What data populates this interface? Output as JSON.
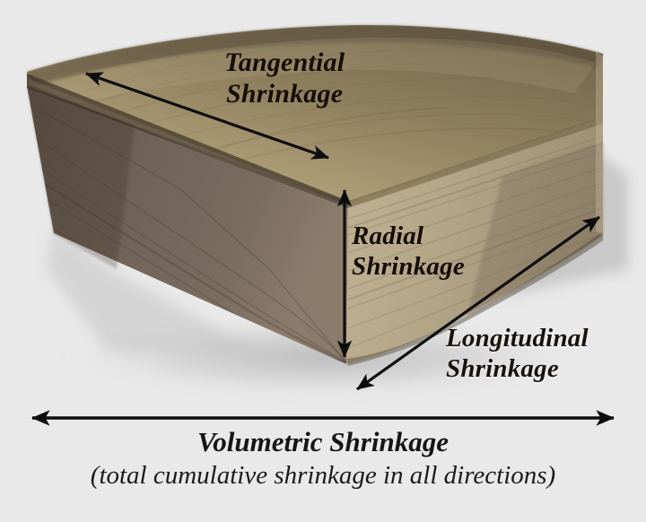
{
  "figure": {
    "title": "Wood Shrinkage Directions Diagram",
    "background_color": "#e9e9ea",
    "subject": "wood-block"
  },
  "labels": {
    "tangential": {
      "line1": "Tangential",
      "line2": "Shrinkage"
    },
    "radial": {
      "line1": "Radial",
      "line2": "Shrinkage"
    },
    "longitudinal": {
      "line1": "Longitudinal",
      "line2": "Shrinkage"
    }
  },
  "caption": {
    "title": "Volumetric Shrinkage",
    "subtitle": "(total cumulative shrinkage in all directions)"
  },
  "arrows": {
    "tangential": {
      "name": "tangential-arrow",
      "style": "double-headed"
    },
    "radial": {
      "name": "radial-arrow",
      "style": "double-headed"
    },
    "longitudinal": {
      "name": "longitudinal-arrow",
      "style": "double-headed"
    },
    "volumetric": {
      "name": "volumetric-arrow",
      "style": "double-headed"
    }
  },
  "colors": {
    "background": "#e9e9ea",
    "arrow": "#0d0d0d",
    "text": "#18120c",
    "wood_top_light": "#b0a07c",
    "wood_top_dark": "#7d6e50",
    "wood_front_left": "#6f6358",
    "wood_front_right": "#b4a68c",
    "shadow": "#c9c9ca"
  }
}
